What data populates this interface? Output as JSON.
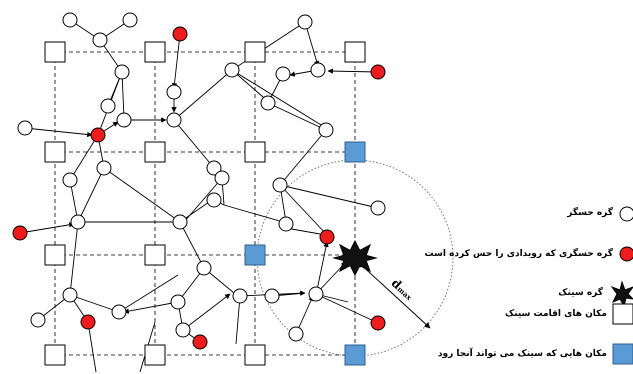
{
  "legend": {
    "sensor_node": "گره حسگر",
    "event_sensor_node": "گره حسگری که رویدادی را حس کرده است",
    "sink_node": "گره سینک",
    "sink_residence": "مکان های اقامت سینک",
    "sink_reachable": "مکان هایی که سینک می تواند آنجا رود"
  },
  "annotation": {
    "d": "d",
    "sub": "max"
  },
  "colors": {
    "sensor_fill": "#ffffff",
    "event_fill": "#ee1c1c",
    "sink_fill": "#111111",
    "reachable_fill": "#5b9bd5",
    "stroke": "#000000"
  }
}
